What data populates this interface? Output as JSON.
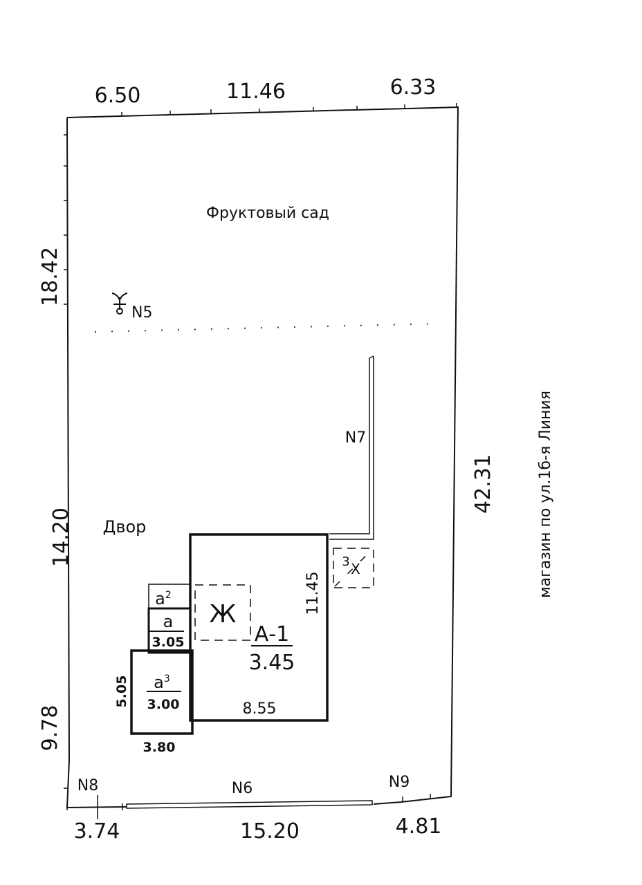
{
  "dimensions": {
    "top": [
      "6.50",
      "11.46",
      "6.33"
    ],
    "left": [
      "18.42",
      "14.20",
      "9.78"
    ],
    "right": "42.31",
    "bottom": [
      "3.74",
      "15.20",
      "4.81"
    ]
  },
  "zones": {
    "orchard": "Фруктовый сад",
    "yard": "Двор"
  },
  "street_label": "магазин по ул.1б-я Линия",
  "points": {
    "n5": "N5",
    "n6": "N6",
    "n7": "N7",
    "n8": "N8",
    "n9": "N9"
  },
  "buildings": {
    "main": {
      "name": "А-1",
      "value": "3.45",
      "width": "8.55",
      "length": "11.45",
      "residential_mark": "Ж"
    },
    "a": {
      "name": "а",
      "value": "3.05"
    },
    "a2": {
      "name": "а",
      "sup": "2"
    },
    "a3": {
      "name": "а",
      "sup": "3",
      "value": "3.00",
      "side": "5.05",
      "bottom": "3.80"
    },
    "outbuilding": {
      "name": "3",
      "mark": "Х"
    }
  }
}
